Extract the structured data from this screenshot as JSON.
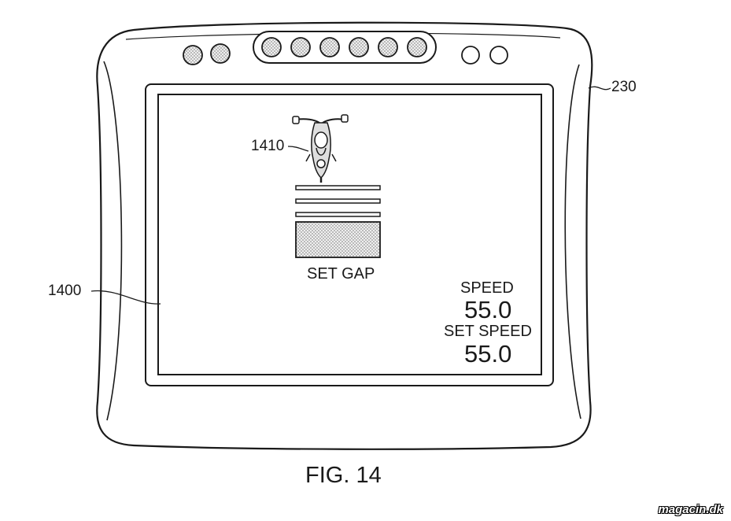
{
  "references": {
    "device": "230",
    "screen": "1400",
    "vehicle_icon": "1410"
  },
  "screen": {
    "gap_label": "SET GAP",
    "speed_label": "SPEED",
    "speed_value": "55.0",
    "set_speed_label": "SET SPEED",
    "set_speed_value": "55.0"
  },
  "buttons": {
    "left_count": 2,
    "center_count": 6,
    "right_count": 2
  },
  "gap_indicator": {
    "bars": 3,
    "selected_block": "filled"
  },
  "caption": "FIG. 14",
  "watermark": "magacin.dk",
  "icons": {
    "vehicle": "motorcycle-icon"
  }
}
